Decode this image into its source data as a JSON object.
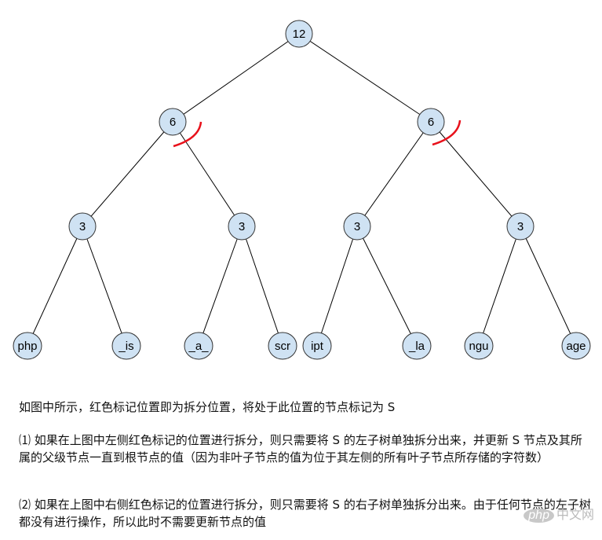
{
  "tree": {
    "root": "12",
    "level2": [
      "6",
      "6"
    ],
    "level3": [
      "3",
      "3",
      "3",
      "3"
    ],
    "leaves": [
      "php",
      "_is",
      "_a_",
      "scr",
      "ipt",
      "_la",
      "ngu",
      "age"
    ]
  },
  "colors": {
    "node_fill": "#cfe2f3",
    "split_mark": "#e8111b",
    "edge": "#000000"
  },
  "text": {
    "intro": "如图中所示，红色标记位置即为拆分位置，将处于此位置的节点标记为 S",
    "case1": "⑴ 如果在上图中左侧红色标记的位置进行拆分，则只需要将 S 的左子树单独拆分出来，并更新 S 节点及其所属的父级节点一直到根节点的值（因为非叶子节点的值为位于其左侧的所有叶子节点所存储的字符数）",
    "case2": "⑵ 如果在上图中右侧红色标记的位置进行拆分，则只需要将 S 的右子树单独拆分出来。由于任何节点的左子树都没有进行操作，所以此时不需要更新节点的值"
  },
  "watermark": {
    "logo": "php",
    "site": "中文网"
  }
}
